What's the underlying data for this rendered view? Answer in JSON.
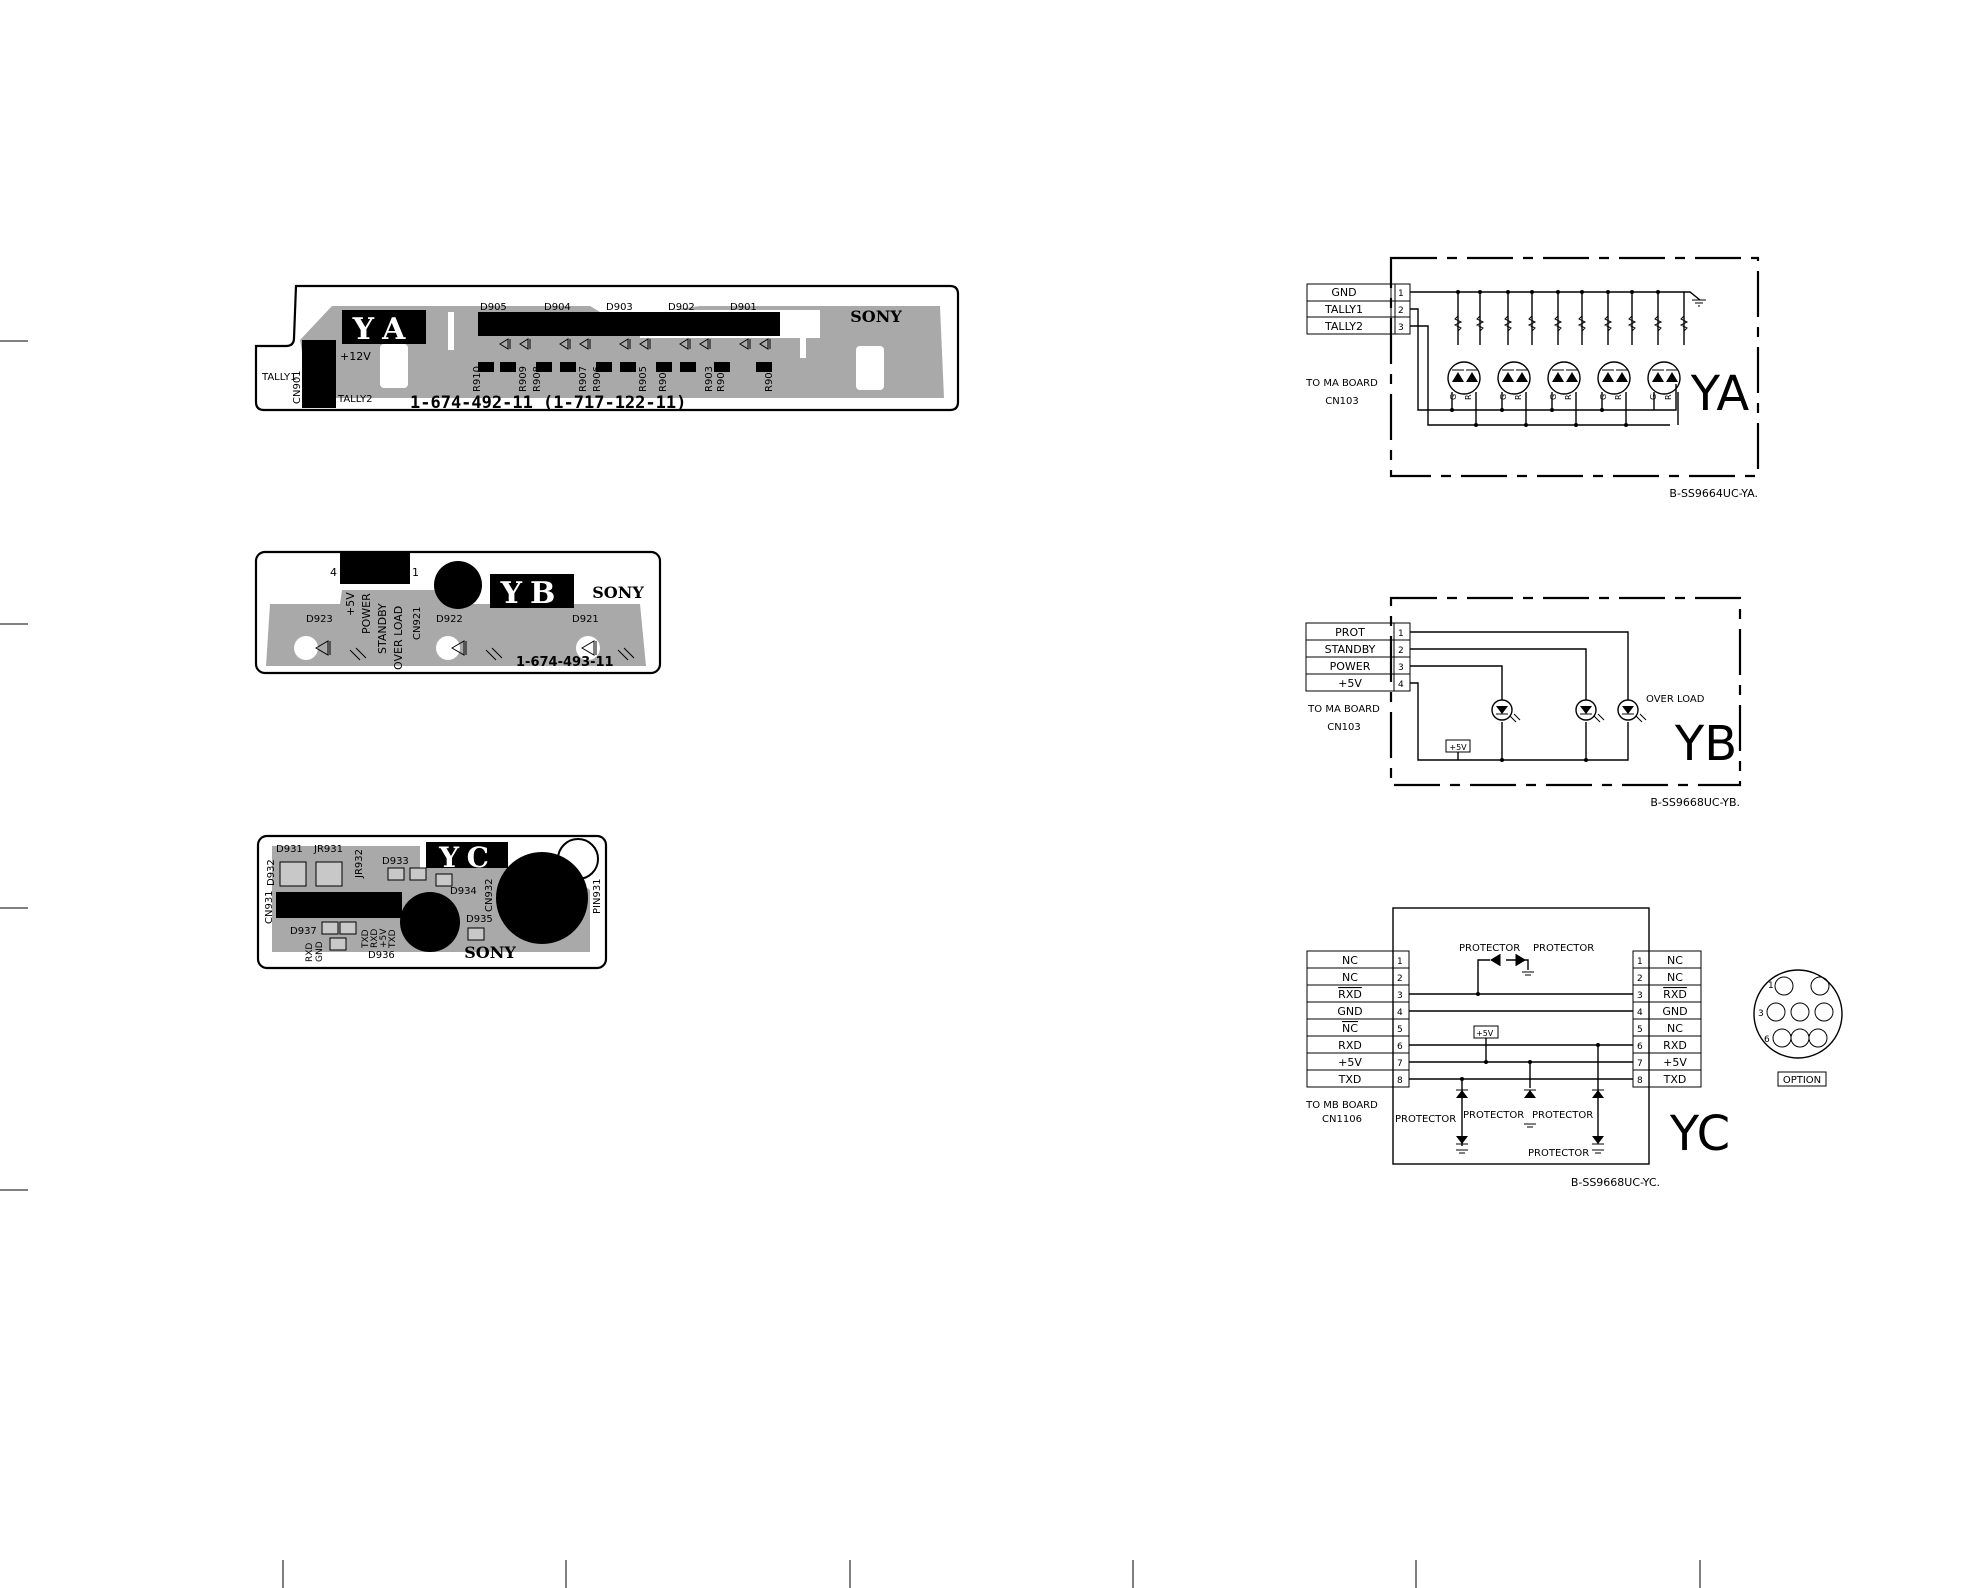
{
  "pcb_ya": {
    "board_label": "YA",
    "brand": "SONY",
    "part_number": "1-674-492-11 (1-717-122-11)",
    "connector": "CN901",
    "pin_labels": [
      "+12V",
      "TALLY1",
      "TALLY2"
    ],
    "diodes": [
      "D905",
      "D904",
      "D903",
      "D902",
      "D901"
    ],
    "resistors": [
      "R910",
      "R909",
      "R908",
      "R907",
      "R906",
      "R905",
      "R904",
      "R903",
      "R902",
      "R901"
    ]
  },
  "pcb_yb": {
    "board_label": "YB",
    "brand": "SONY",
    "part_number": "1-674-493-11",
    "connector": "CN921",
    "pin_numbers": [
      "4",
      "1"
    ],
    "pin_labels": [
      "+5V",
      "POWER",
      "STANDBY",
      "OVER LOAD"
    ],
    "diodes": [
      "D923",
      "D922",
      "D921"
    ]
  },
  "pcb_yc": {
    "board_label": "YC",
    "brand": "SONY",
    "components": [
      "D931",
      "JR931",
      "JR932",
      "D932",
      "D933",
      "D934",
      "D935",
      "D936",
      "D937",
      "CN931",
      "CN932",
      "PIN931"
    ],
    "pin_labels": [
      "RXD",
      "GND",
      "TXD",
      "RXD",
      "+5V",
      "TXD"
    ]
  },
  "sch_ya": {
    "board_label": "YA",
    "connector_pins": [
      {
        "num": "1",
        "label": "GND"
      },
      {
        "num": "2",
        "label": "TALLY1"
      },
      {
        "num": "3",
        "label": "TALLY2"
      }
    ],
    "to_board": "TO MA BOARD",
    "to_connector": "CN103",
    "diagram_ref": "B-SS9664UC-YA.",
    "led_pin_labels": [
      "G",
      "R"
    ]
  },
  "sch_yb": {
    "board_label": "YB",
    "connector_pins": [
      {
        "num": "1",
        "label": "PROT"
      },
      {
        "num": "2",
        "label": "STANDBY"
      },
      {
        "num": "3",
        "label": "POWER"
      },
      {
        "num": "4",
        "label": "+5V"
      }
    ],
    "to_board": "TO MA BOARD",
    "to_connector": "CN103",
    "supply_label": "+5V",
    "led_label": "OVER LOAD",
    "diagram_ref": "B-SS9668UC-YB."
  },
  "sch_yc": {
    "board_label": "YC",
    "left_pins": [
      {
        "num": "1",
        "label": "NC"
      },
      {
        "num": "2",
        "label": "NC"
      },
      {
        "num": "3",
        "label": "RXD"
      },
      {
        "num": "4",
        "label": "GND"
      },
      {
        "num": "5",
        "label": "NC"
      },
      {
        "num": "6",
        "label": "RXD"
      },
      {
        "num": "7",
        "label": "+5V"
      },
      {
        "num": "8",
        "label": "TXD"
      }
    ],
    "right_pins": [
      {
        "num": "1",
        "label": "NC"
      },
      {
        "num": "2",
        "label": "NC"
      },
      {
        "num": "3",
        "label": "RXD"
      },
      {
        "num": "4",
        "label": "GND"
      },
      {
        "num": "5",
        "label": "NC"
      },
      {
        "num": "6",
        "label": "RXD"
      },
      {
        "num": "7",
        "label": "+5V"
      },
      {
        "num": "8",
        "label": "TXD"
      }
    ],
    "to_board": "TO MB BOARD",
    "to_connector": "CN1106",
    "protector_label": "PROTECTOR",
    "supply_label": "+5V",
    "option_label": "OPTION",
    "option_pin_numbers": [
      "1",
      "3",
      "6"
    ],
    "diagram_ref": "B-SS9668UC-YC."
  }
}
